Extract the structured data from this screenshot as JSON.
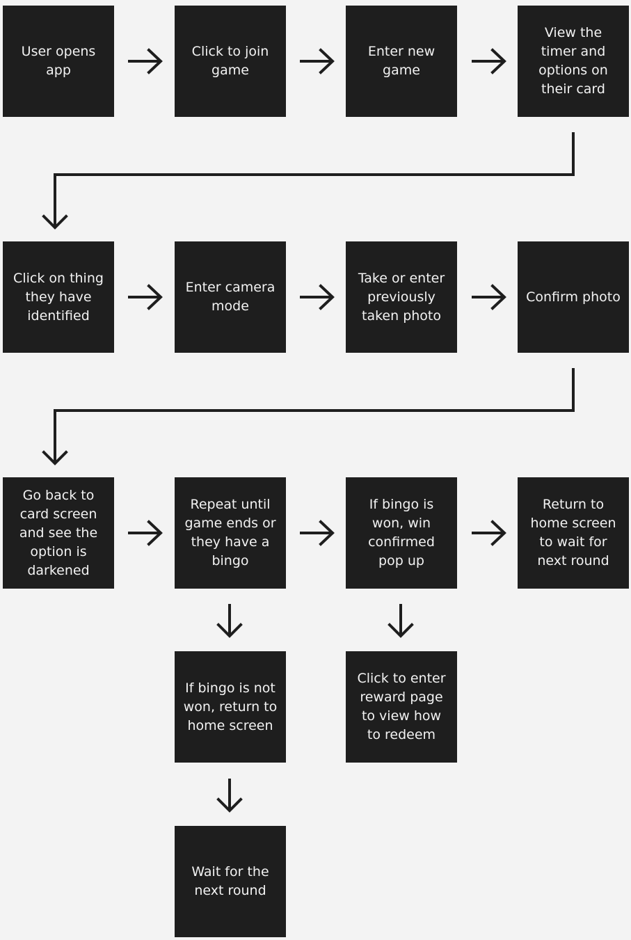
{
  "nodes": {
    "user_opens_app": "User opens app",
    "click_to_join": "Click to join game",
    "enter_new_game": "Enter new game",
    "view_timer": "View the timer and options on their card",
    "click_on_thing": "Click on thing they have identified",
    "enter_camera": "Enter camera mode",
    "take_photo": "Take or enter previously taken photo",
    "confirm_photo": "Confirm photo",
    "go_back": "Go back to card screen and see the option is darkened",
    "repeat_until": "Repeat until game ends or they have a bingo",
    "if_bingo_won": "If bingo is won, win confirmed pop up",
    "return_home_wait": "Return to home screen to wait for next round",
    "if_bingo_not_won": "If bingo is not won, return to home screen",
    "click_reward": "Click to enter reward page to view how to redeem",
    "wait_next_round": "Wait for the next round"
  }
}
